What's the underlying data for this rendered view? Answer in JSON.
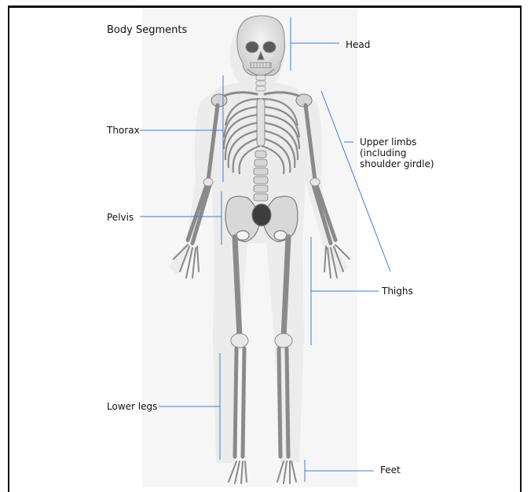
{
  "title": "Body Segments",
  "segments": {
    "head": "Head",
    "thorax": "Thorax",
    "upper_limbs_line1": "Upper limbs",
    "upper_limbs_line2": "(including",
    "upper_limbs_line3": "shoulder girdle)",
    "pelvis": "Pelvis",
    "thighs": "Thighs",
    "lower_legs": "Lower legs",
    "feet": "Feet"
  },
  "colors": {
    "leader_line": "#3b7fd6",
    "bone": "#dcdcdc",
    "bone_outline": "#9a9a9a",
    "bone_dark": "#6f6f6f",
    "frame": "#111111"
  }
}
